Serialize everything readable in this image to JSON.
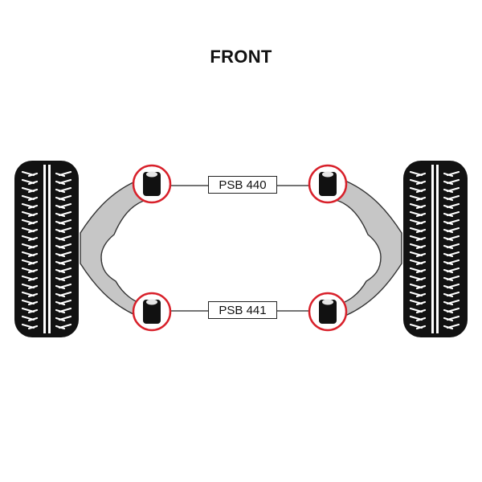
{
  "title": "FRONT",
  "parts": {
    "upper_label": "PSB 440",
    "lower_label": "PSB 441"
  },
  "colors": {
    "tyre": "#111111",
    "arm": "#c4c4c4",
    "arm_outline": "#333333",
    "highlight_ring": "#d8202a",
    "bush": "#111111"
  }
}
